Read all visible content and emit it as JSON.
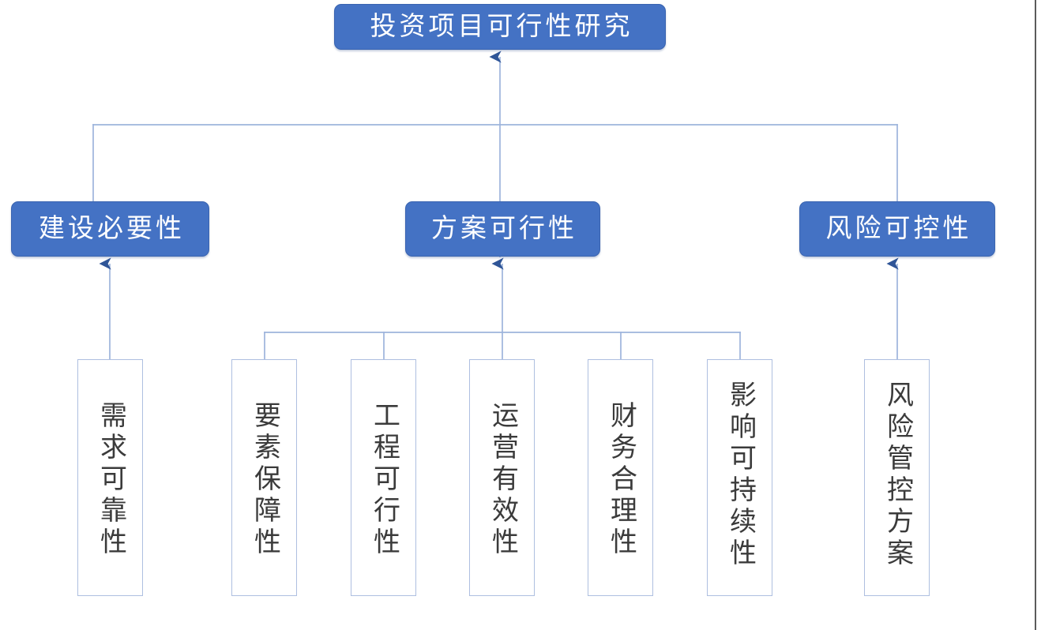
{
  "diagram": {
    "type": "hierarchy-tree",
    "orientation": "bottom-up-arrows",
    "colors": {
      "node_fill": "#4472c4",
      "node_border": "#3a64b0",
      "node_text": "#ffffff",
      "leaf_fill": "#ffffff",
      "leaf_border": "#aebfe0",
      "leaf_text": "#3b3b3b",
      "connector": "#9db4dc",
      "arrowhead": "#2f5597",
      "background": "#ffffff",
      "page_edge": "#5c5c5c"
    },
    "root": {
      "label": "投资项目可行性研究"
    },
    "branches": [
      {
        "label": "建设必要性",
        "leaves": [
          {
            "label": "需求可靠性"
          }
        ]
      },
      {
        "label": "方案可行性",
        "leaves": [
          {
            "label": "要素保障性"
          },
          {
            "label": "工程可行性"
          },
          {
            "label": "运营有效性"
          },
          {
            "label": "财务合理性"
          },
          {
            "label": "影响可持续性"
          }
        ]
      },
      {
        "label": "风险可控性",
        "leaves": [
          {
            "label": "风险管控方案"
          }
        ]
      }
    ]
  }
}
